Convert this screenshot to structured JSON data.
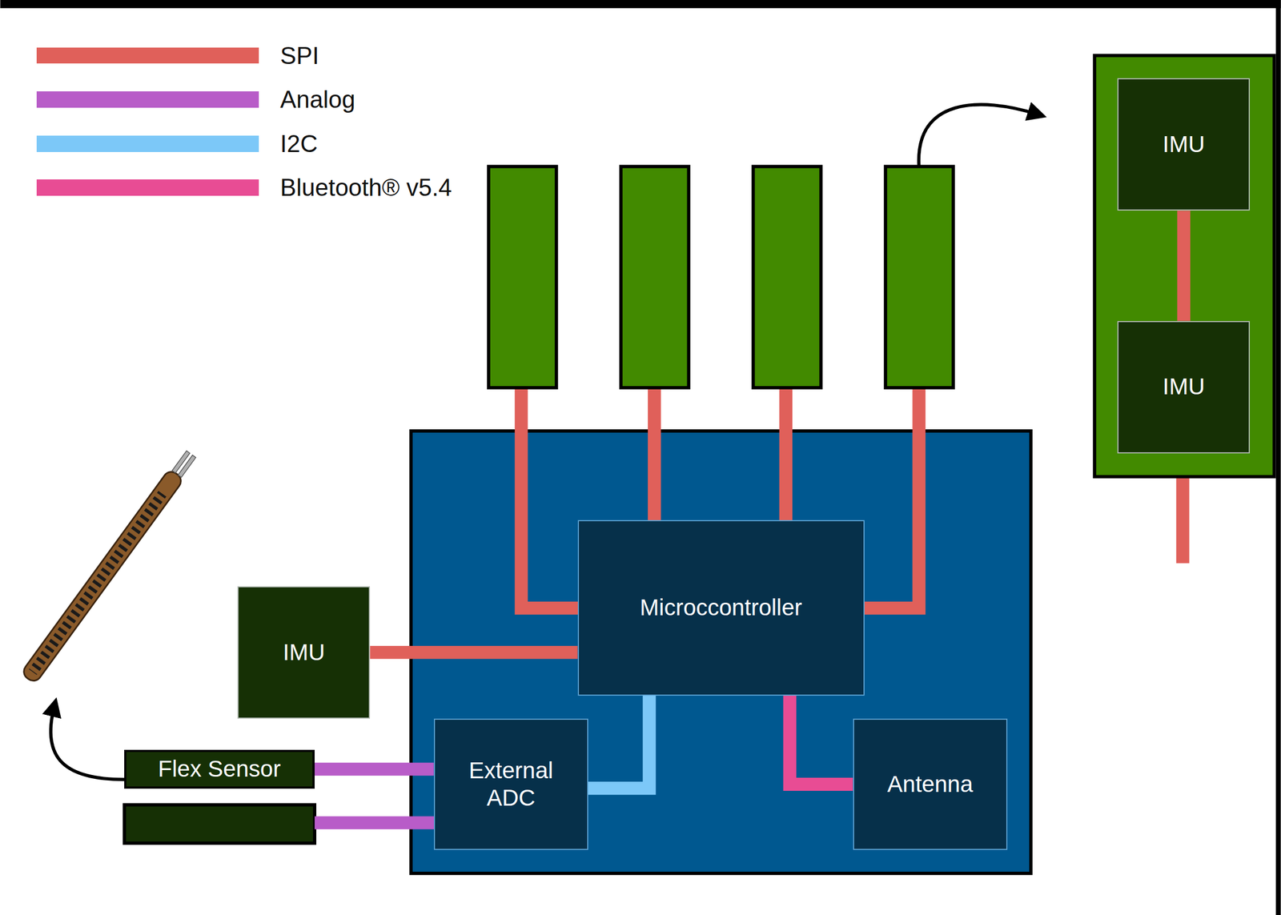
{
  "diagram": {
    "nodes": [
      {
        "text": [
          "IMU"
        ]
      },
      {
        "text": [
          "IMU"
        ]
      },
      {
        "text": [
          "Microccontroller"
        ]
      },
      {
        "text": [
          "IMU"
        ]
      },
      {
        "text": [
          "Flex Sensor"
        ]
      },
      {
        "text": [
          "External ADC"
        ]
      },
      {
        "text": [
          "Antenna"
        ]
      }
    ],
    "edges": [
      {
        "from": 0,
        "to": 1,
        "arrow": "none"
      },
      {
        "from": 3,
        "to": 2,
        "arrow": "none"
      },
      {
        "from": 5,
        "to": 2,
        "arrow": "none"
      },
      {
        "from": 2,
        "to": 6,
        "arrow": "none"
      },
      {
        "from": 4,
        "to": 5,
        "arrow": "none"
      }
    ],
    "legend": [
      {
        "text": "SPI",
        "color": "#e0605a"
      },
      {
        "text": "Analog",
        "color": "#b85cc8"
      },
      {
        "text": "I2C",
        "color": "#7cc8f8"
      },
      {
        "text": "Bluetooth® v5.4",
        "color": "#e84c94"
      }
    ]
  }
}
